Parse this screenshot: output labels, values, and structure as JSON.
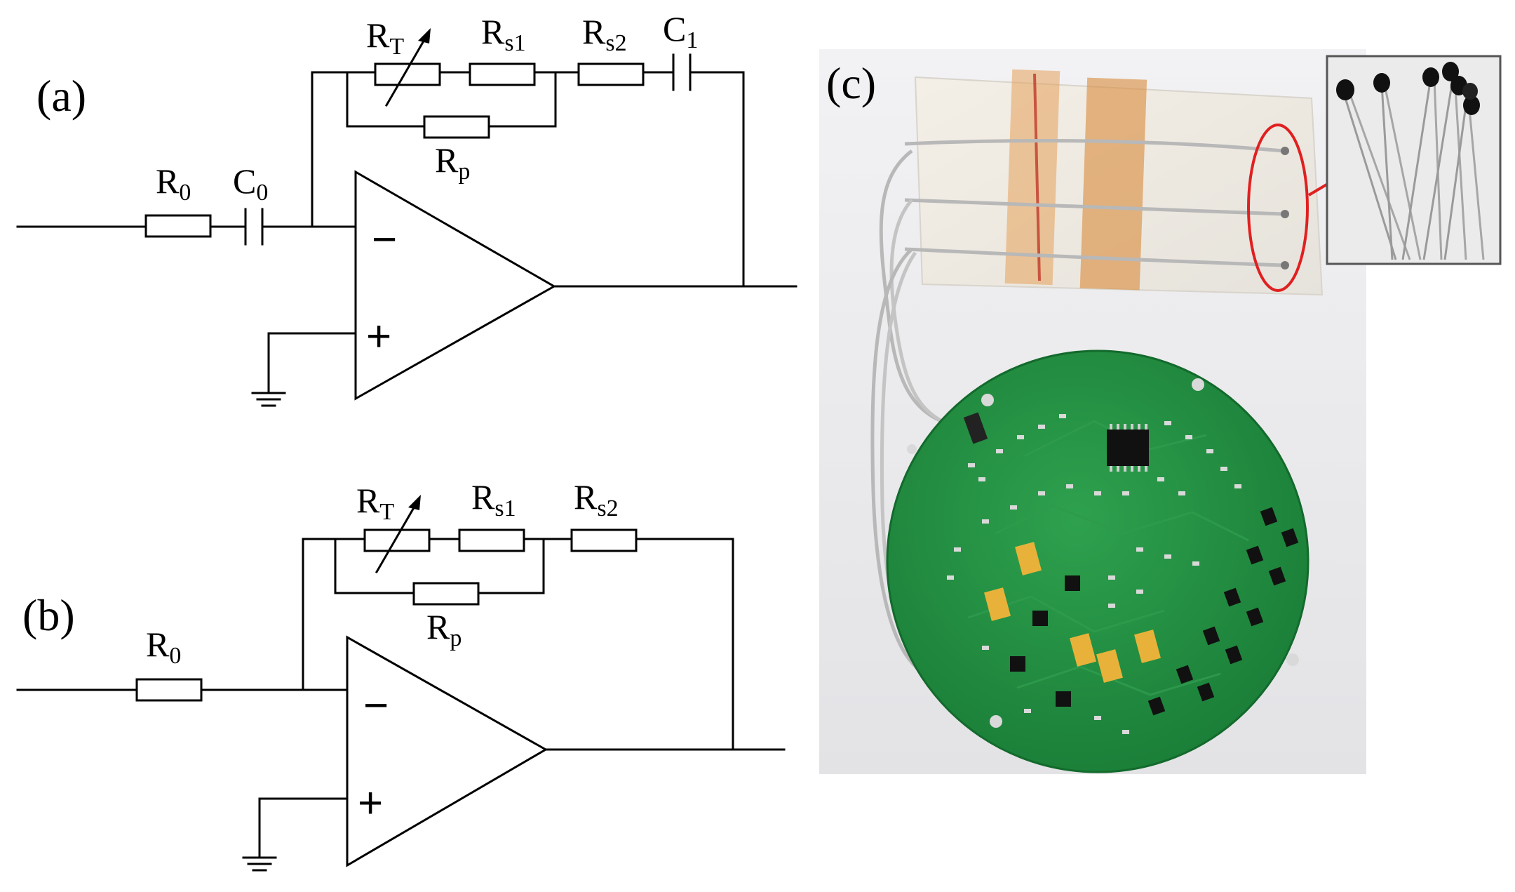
{
  "panels": {
    "a": "(a)",
    "b": "(b)",
    "c": "(c)"
  },
  "circuit_a": {
    "r0": {
      "main": "R",
      "sub": "0"
    },
    "c0": {
      "main": "C",
      "sub": "0"
    },
    "rt": {
      "main": "R",
      "sub": "T"
    },
    "rs1": {
      "main": "R",
      "sub": "s1"
    },
    "rs2": {
      "main": "R",
      "sub": "s2"
    },
    "c1": {
      "main": "C",
      "sub": "1"
    },
    "rp": {
      "main": "R",
      "sub": "p"
    },
    "minus": "−",
    "plus": "+"
  },
  "circuit_b": {
    "r0": {
      "main": "R",
      "sub": "0"
    },
    "rt": {
      "main": "R",
      "sub": "T"
    },
    "rs1": {
      "main": "R",
      "sub": "s1"
    },
    "rs2": {
      "main": "R",
      "sub": "s2"
    },
    "rp": {
      "main": "R",
      "sub": "p"
    },
    "minus": "−",
    "plus": "+"
  },
  "colors": {
    "pcb_green": "#1f8a3e",
    "highlight_red": "#e02020",
    "tape_orange": "#d98b3a",
    "wire_gray": "#b8b8b8",
    "thermistor_black": "#111111"
  }
}
